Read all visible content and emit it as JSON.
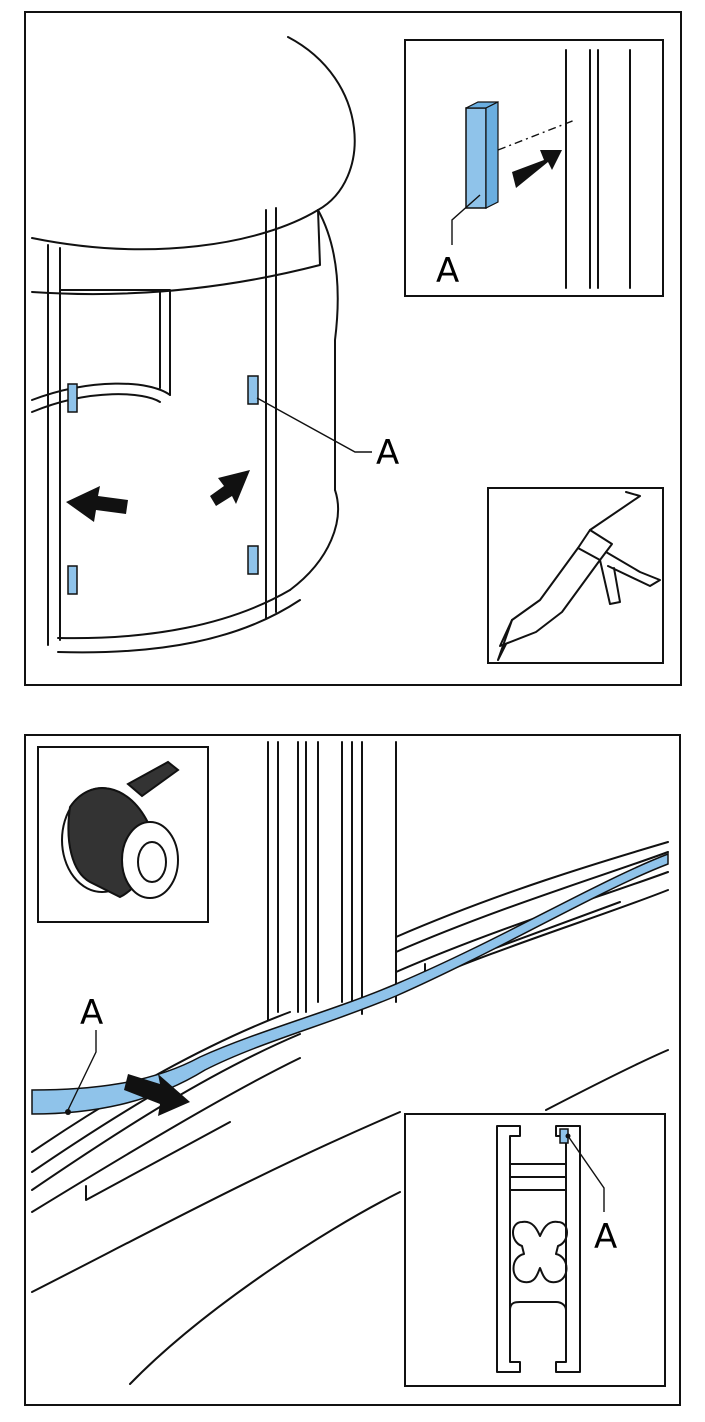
{
  "panels": {
    "top": {
      "label_main": "A",
      "label_inset": "A"
    },
    "bottom": {
      "label_strip": "A",
      "label_profile": "A"
    }
  },
  "colors": {
    "part_blue": "#8fc3ea",
    "line": "#111111",
    "background": "#ffffff"
  },
  "icons": {
    "caulking_gun": "caulking-gun-icon",
    "seal_tape_roll": "seal-tape-roll-icon",
    "push_arrow": "arrow-icon"
  }
}
